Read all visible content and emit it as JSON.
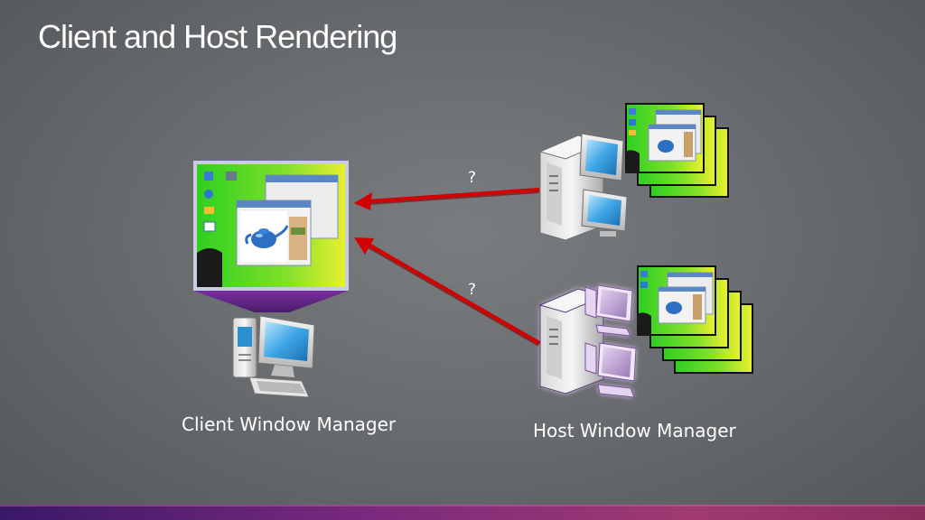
{
  "slide": {
    "title": "Client and Host Rendering",
    "client_label": "Client Window Manager",
    "host_label": "Host Window Manager",
    "arrow_top_label": "?",
    "arrow_bottom_label": "?"
  },
  "colors": {
    "arrow": "#cc0000",
    "desktop_green": "#3fd42a",
    "desktop_yellow": "#e8f02a",
    "accent_purple": "#7a2fa0"
  },
  "icons": [
    "client-computer-icon",
    "host-server-icon",
    "host-server-purple-icon",
    "teapot-icon"
  ]
}
